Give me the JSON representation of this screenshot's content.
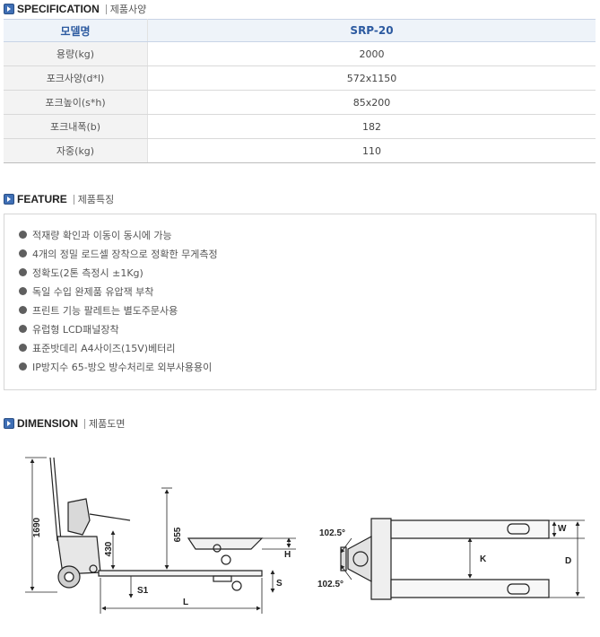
{
  "spec": {
    "title_en": "SPECIFICATION",
    "title_ko": "제품사양",
    "header": {
      "label": "모델명",
      "value": "SRP-20"
    },
    "rows": [
      {
        "label": "용량(kg)",
        "value": "2000"
      },
      {
        "label": "포크사양(d*l)",
        "value": "572x1150"
      },
      {
        "label": "포크높이(s*h)",
        "value": "85x200"
      },
      {
        "label": "포크내폭(b)",
        "value": "182"
      },
      {
        "label": "자중(kg)",
        "value": "110"
      }
    ]
  },
  "feature": {
    "title_en": "FEATURE",
    "title_ko": "제품특징",
    "items": [
      "적재량 확인과 이동이 동시에 가능",
      "4개의 정밀 로드셀 장착으로 정확한 무게측정",
      "정확도(2톤 측정시 ±1Kg)",
      "독일 수입 완제품 유압잭 부착",
      "프린트 기능 팔레트는 별도주문사용",
      "유럽형 LCD패널장착",
      "표준밧데리 A4사이즈(15V)베터리",
      "IP방지수 65-방오 방수처리로 외부사용용이"
    ]
  },
  "dimension": {
    "title_en": "DIMENSION",
    "title_ko": "제품도면",
    "labels": {
      "d1690": "1690",
      "d430": "430",
      "d655": "655",
      "H": "H",
      "S1": "S1",
      "L": "L",
      "S": "S",
      "angle_top": "102.5°",
      "angle_bottom": "102.5°",
      "W": "W",
      "K": "K",
      "D": "D"
    }
  }
}
